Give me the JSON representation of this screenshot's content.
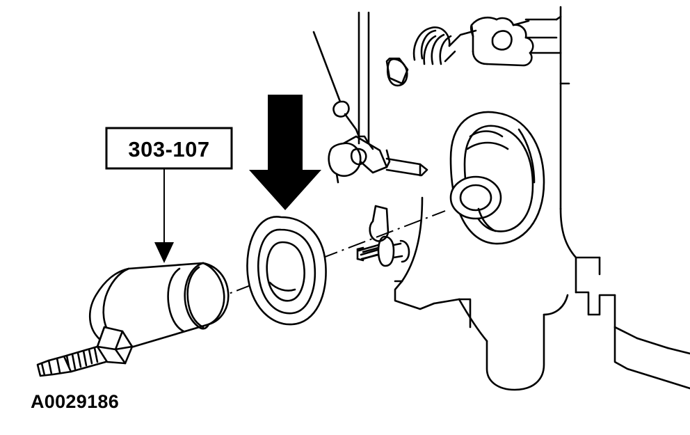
{
  "figure": {
    "type": "technical-exploded-assembly-diagram",
    "subject": "Special service tool 303-107 installing crankshaft pulley / damper onto engine front",
    "background_color": "#ffffff",
    "line_color": "#000000",
    "callout": {
      "label": "303-107",
      "description": "boxed tool part number with leader arrow pointing down to the tool body"
    },
    "figure_id": "A0029186",
    "annotations": {
      "solid_arrow": "large solid black down arrow indicating installation direction onto the pulley",
      "leader_arrow": "thin arrow from callout box down to the tool",
      "centerline": "dash-dot centerline through tool, pulley and crankshaft hub"
    },
    "parts": [
      {
        "name": "installer-tool-body",
        "note": "cylindrical special tool 303-107 at left with hex nut and threaded rod"
      },
      {
        "name": "threaded-rod",
        "note": "threaded shaft protruding lower-left of the tool"
      },
      {
        "name": "hex-nut",
        "note": "hex nut on the threaded rod"
      },
      {
        "name": "crankshaft-pulley",
        "note": "ring shaped pulley / damper in center"
      },
      {
        "name": "crankshaft-bolt",
        "note": "small bolt between pulley and engine"
      },
      {
        "name": "engine-front-hub",
        "note": "large round hub / pulley at right on the engine"
      },
      {
        "name": "engine-block",
        "note": "engine front cover and oil pan outline at right"
      },
      {
        "name": "hand",
        "note": "technician hand sketch at top right"
      },
      {
        "name": "spring-clip",
        "note": "coiled spring / clip detail at top"
      },
      {
        "name": "dipstick",
        "note": "dipstick tube detail at upper middle"
      }
    ]
  }
}
